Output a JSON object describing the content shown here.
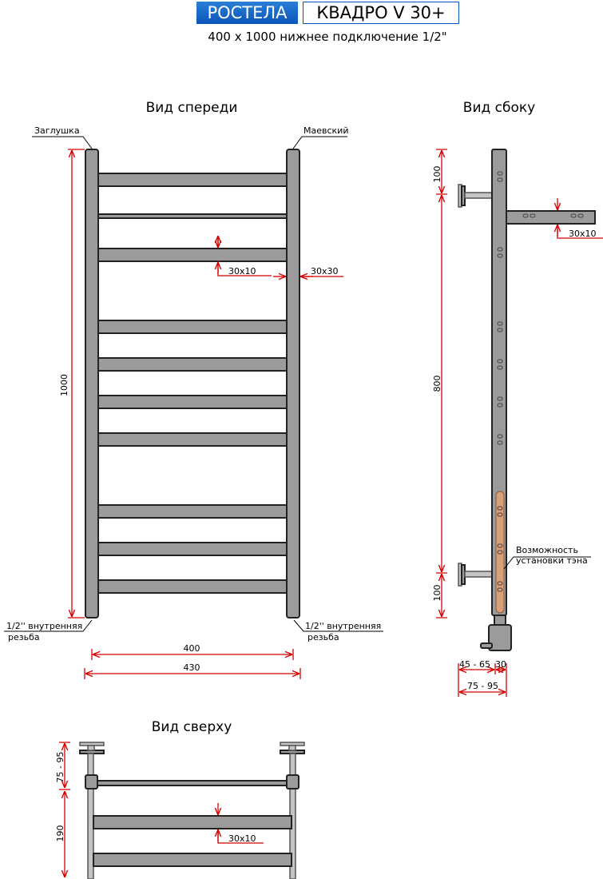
{
  "header": {
    "brand": "РОСТЕЛА",
    "model": "КВАДРО V 30+",
    "subtitle": "400 x 1000 нижнее подключение 1/2\""
  },
  "front_view": {
    "title": "Вид спереди",
    "label_plug": "Заглушка",
    "label_mayevsky": "Маевский",
    "bar_size": "30x10",
    "rail_size": "30x30",
    "height": "1000",
    "thread_label_1": "1/2'' внутренняя",
    "thread_label_2": "резьба",
    "center_distance": "400",
    "total_width": "430"
  },
  "side_view": {
    "title": "Вид сбоку",
    "top_offset": "100",
    "middle": "800",
    "bottom_offset": "100",
    "bar_size": "30x10",
    "heater_label_1": "Возможность",
    "heater_label_2": "установки тэна",
    "wall_distance": "45 - 65",
    "rail_depth": "30",
    "total_depth": "75 - 95"
  },
  "top_view": {
    "title": "Вид сверху",
    "wall_distance": "75 - 95",
    "depth": "190",
    "bar_size": "30x10"
  },
  "colors": {
    "steel": "#9b9b9b",
    "dimension": "#d40000",
    "brand": "#0a55b8",
    "heater": "#d9a07a"
  }
}
